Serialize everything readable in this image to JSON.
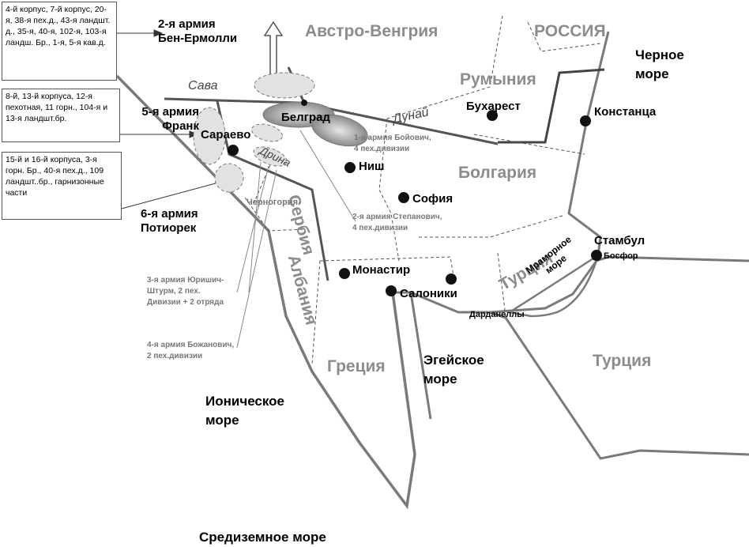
{
  "countries": {
    "austria_hungary": "Австро-Венгрия",
    "russia": "РОССИЯ",
    "romania": "Румыния",
    "bulgaria": "Болгария",
    "serbia": "Сербия",
    "albania": "Албания",
    "greece": "Греция",
    "turkey_europe": "Турция",
    "turkey_asia": "Турция",
    "montenegro": "Черногория"
  },
  "cities": {
    "belgrade": "Белград",
    "sarajevo": "Сараево",
    "nis": "Ниш",
    "sofia": "София",
    "bucharest": "Бухарест",
    "constanta": "Констанца",
    "istanbul": "Стамбул",
    "bosphorus": "Босфор",
    "dardanelles": "Дарданеллы",
    "monastir": "Монастир",
    "thessaloniki": "Салоники"
  },
  "seas": {
    "black": "Черное\nморе",
    "aegean": "Эгейское\nморе",
    "ionian": "Ионическое\nморе",
    "mediterranean": "Средиземное море",
    "marmara": "Мраморное\nморе"
  },
  "rivers": {
    "sava": "Сава",
    "danube": "Дунай",
    "drina": "Дрина"
  },
  "armies": {
    "army2": "2-я армия\nБен-Ермолли",
    "army5": "5-я армия\nФранк",
    "army6": "6-я армия\nПотиорек"
  },
  "boxes": {
    "box1": "4-й корпус, 7-й корпус, 20-я, 38-я пех.д., 43-я ландшт. д., 35-я, 40-я, 102-я, 103-я ландш. Бр., 1-я, 5-я кав.д.",
    "box2": "8-й, 13-й корпуса, 12-я пехотная, 11 горн., 104-я и 13-я ландшт.бр.",
    "box3": "15-й и 16-й корпуса, 3-я горн. Бр., 40-я пех.д., 109 ландшт..бр., гарнизонные части"
  },
  "serbian_armies": {
    "first": "1-я армия Бойович,\n4 пех.дивизии",
    "second": "2-я армия Степанович,\n4 пех.дивизии",
    "third": "3-я армия Юришич-\nШтурм, 2 пех.\nДивизии + 2 отряда",
    "fourth": "4-я армия Божанович,\n2 пех.дивизии"
  },
  "colors": {
    "border_line": "#7a7a7a",
    "front_line": "#555555",
    "country_text": "#8c8c8c",
    "ellipse_fill": "#d8d8d8"
  }
}
